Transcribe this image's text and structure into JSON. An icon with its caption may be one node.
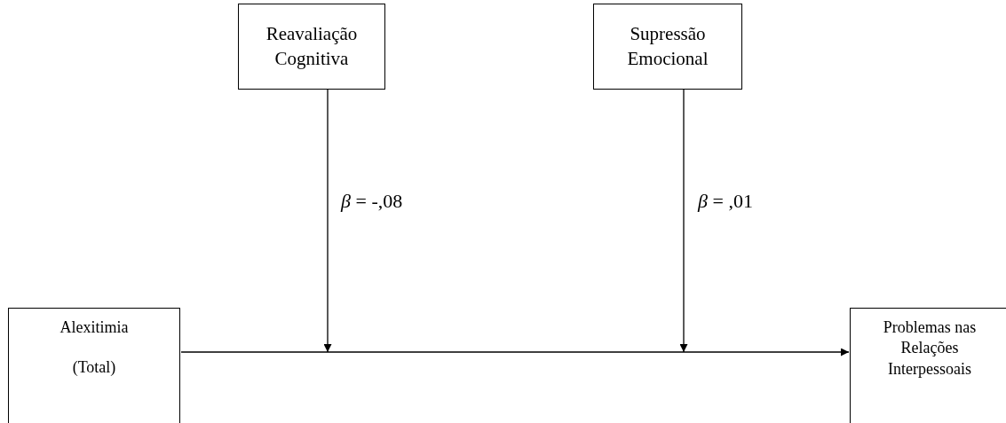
{
  "diagram": {
    "nodes": [
      {
        "text": [
          "Reavaliação Cognitiva"
        ]
      },
      {
        "text": [
          "Supressão Emocional"
        ]
      },
      {
        "text": [
          "Alexitimia",
          "(Total)"
        ]
      },
      {
        "text": [
          "Problemas nas Relações Interpessoais"
        ]
      }
    ],
    "edges": [
      {
        "from": 2,
        "to": 3,
        "arrow": "to"
      },
      {
        "from": 0,
        "to": null,
        "arrow": "to",
        "label": "*β* = -,08"
      },
      {
        "from": 1,
        "to": null,
        "arrow": "to",
        "label": "*β* = ,01"
      }
    ]
  }
}
